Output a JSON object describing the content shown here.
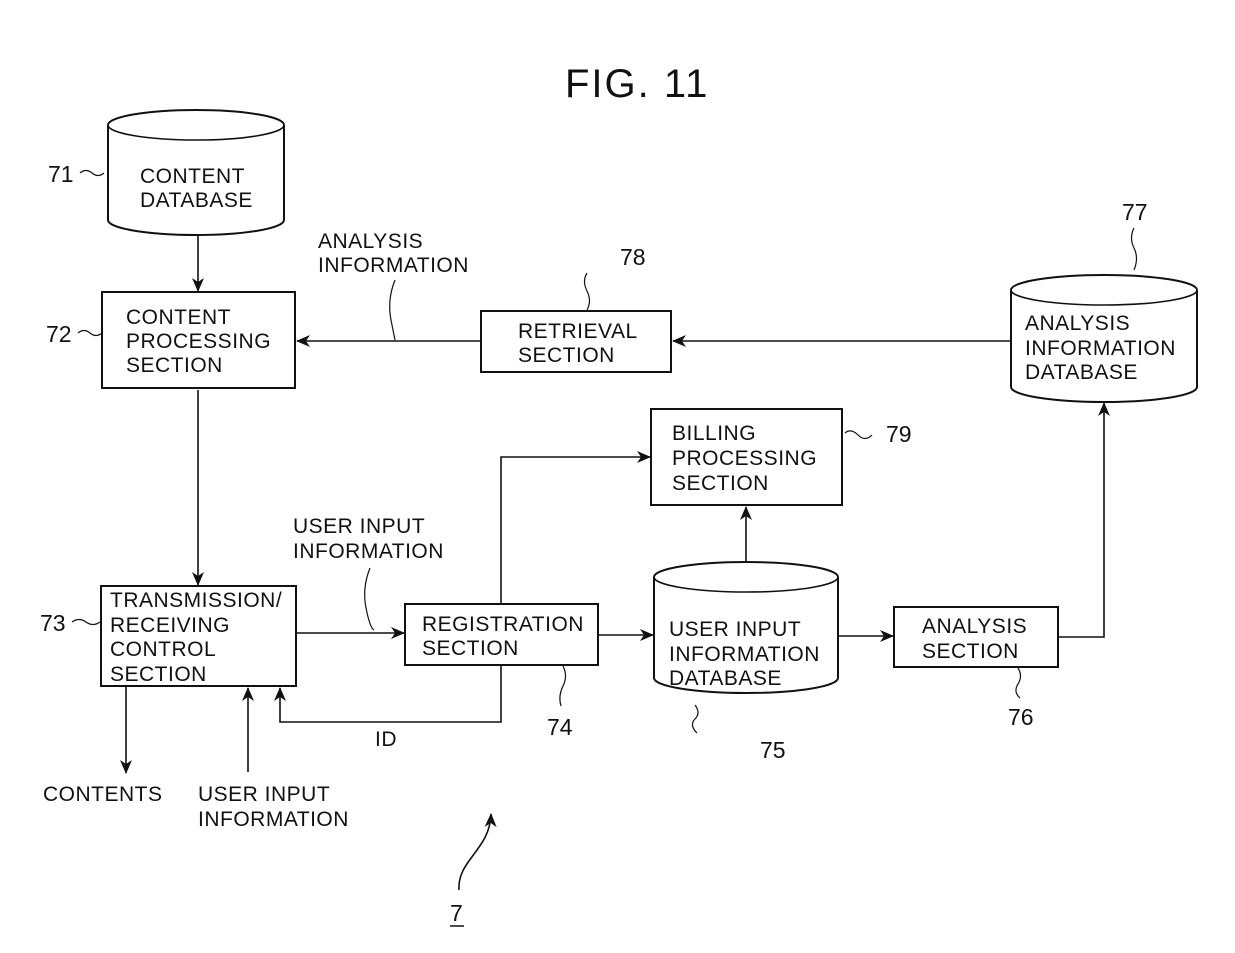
{
  "title": "FIG. 11",
  "figure_ref": "7",
  "nodes": {
    "content_db": {
      "ref": "71",
      "lines": [
        "CONTENT",
        "DATABASE"
      ],
      "shape": "cylinder"
    },
    "content_proc": {
      "ref": "72",
      "lines": [
        "CONTENT",
        "PROCESSING",
        "SECTION"
      ],
      "shape": "box"
    },
    "trx": {
      "ref": "73",
      "lines": [
        "TRANSMISSION/",
        "RECEIVING",
        "CONTROL",
        "SECTION"
      ],
      "shape": "box"
    },
    "registration": {
      "ref": "74",
      "lines": [
        "REGISTRATION",
        "SECTION"
      ],
      "shape": "box"
    },
    "user_db": {
      "ref": "75",
      "lines": [
        "USER  INPUT",
        "INFORMATION",
        "DATABASE"
      ],
      "shape": "cylinder"
    },
    "analysis": {
      "ref": "76",
      "lines": [
        "ANALYSIS",
        "SECTION"
      ],
      "shape": "box"
    },
    "analysis_db": {
      "ref": "77",
      "lines": [
        "ANALYSIS",
        "INFORMATION",
        "DATABASE"
      ],
      "shape": "cylinder"
    },
    "retrieval": {
      "ref": "78",
      "lines": [
        "RETRIEVAL",
        "SECTION"
      ],
      "shape": "box"
    },
    "billing": {
      "ref": "79",
      "lines": [
        "BILLING",
        "PROCESSING",
        "SECTION"
      ],
      "shape": "box"
    }
  },
  "edge_labels": {
    "analysis_info": [
      "ANALYSIS",
      "INFORMATION"
    ],
    "user_input_top": [
      "USER  INPUT",
      "INFORMATION"
    ],
    "user_input_bottom": [
      "USER  INPUT",
      "INFORMATION"
    ],
    "contents": "CONTENTS",
    "id": "ID"
  },
  "edges": [
    {
      "from": "content_db",
      "to": "content_proc"
    },
    {
      "from": "retrieval",
      "to": "content_proc",
      "label": "analysis_info"
    },
    {
      "from": "analysis_db",
      "to": "retrieval"
    },
    {
      "from": "content_proc",
      "to": "trx"
    },
    {
      "from": "trx",
      "to": "registration",
      "label": "user_input_top"
    },
    {
      "from": "registration",
      "to": "trx",
      "label": "id"
    },
    {
      "from": "registration",
      "to": "billing"
    },
    {
      "from": "registration",
      "to": "user_db"
    },
    {
      "from": "user_db",
      "to": "billing"
    },
    {
      "from": "user_db",
      "to": "analysis"
    },
    {
      "from": "analysis",
      "to": "analysis_db"
    },
    {
      "from": "trx",
      "to": "external",
      "label": "contents"
    },
    {
      "from": "external",
      "to": "trx",
      "label": "user_input_bottom"
    }
  ]
}
